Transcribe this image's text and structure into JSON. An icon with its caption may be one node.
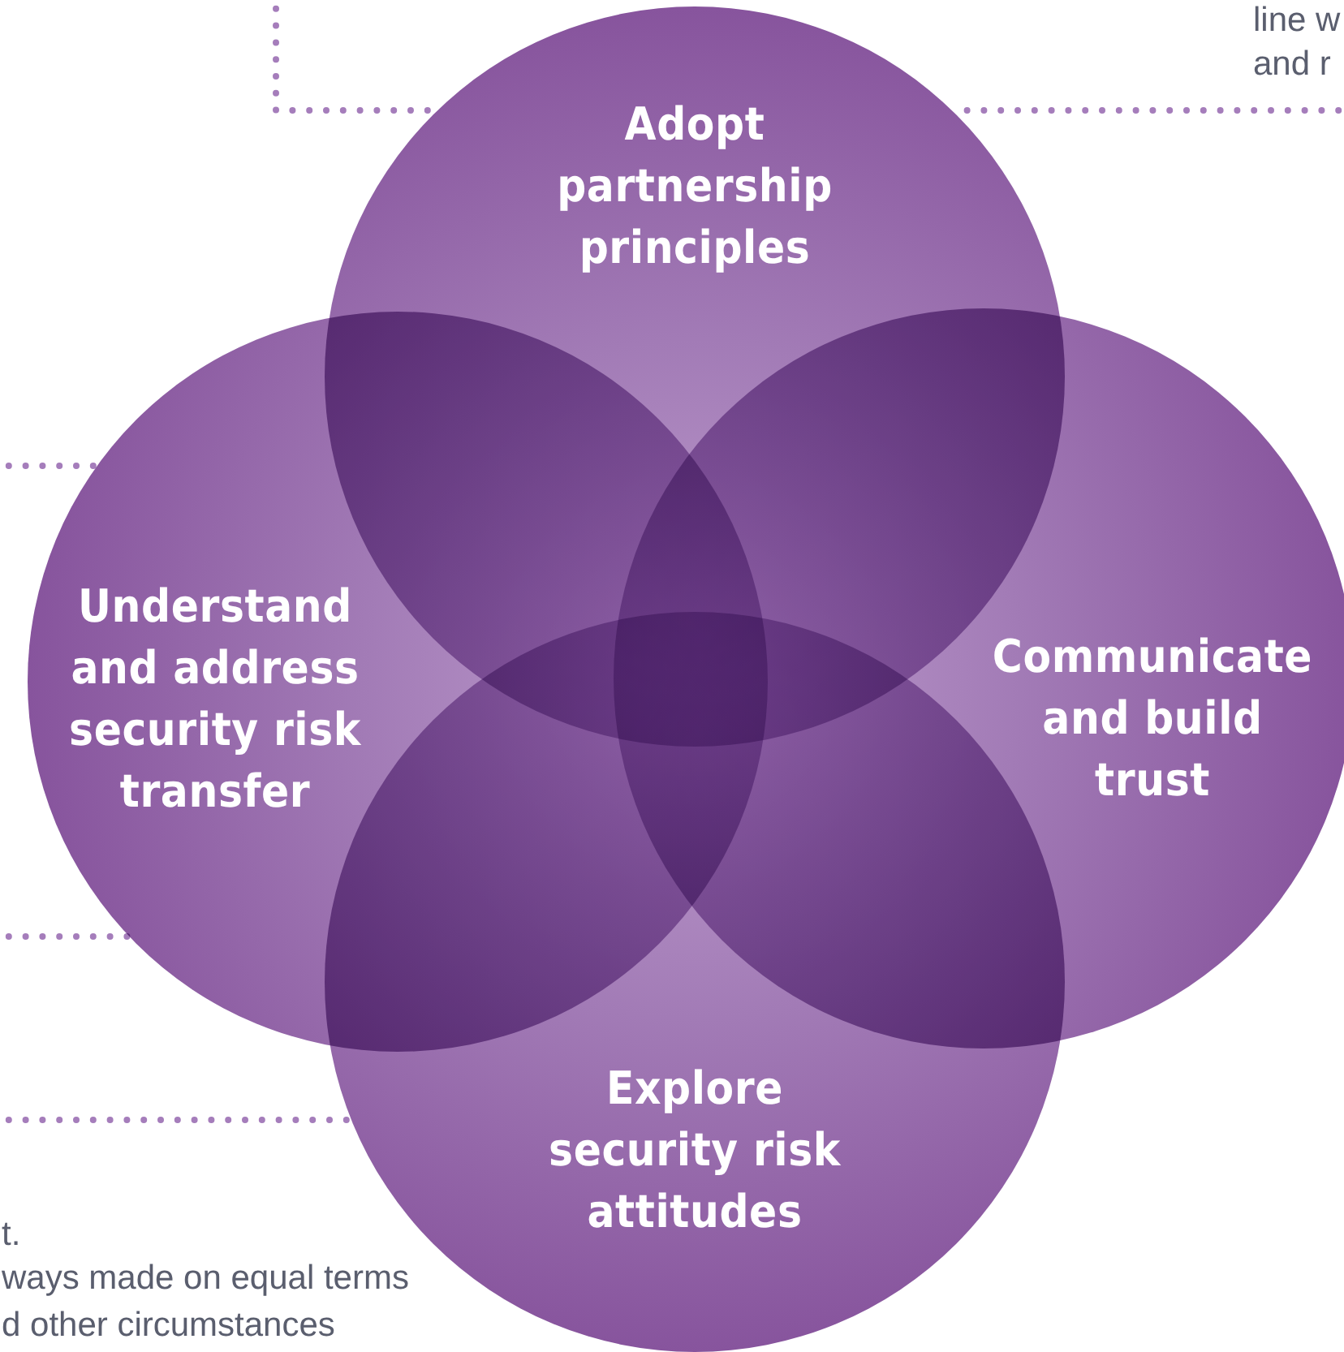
{
  "diagram": {
    "nodes": [
      {
        "text": [
          "Adopt partnership principles"
        ]
      },
      {
        "text": [
          "Understand and address security risk transfer"
        ]
      },
      {
        "text": [
          "Communicate and build trust"
        ]
      },
      {
        "text": [
          "Explore security risk attitudes"
        ]
      }
    ],
    "edges": [
      {
        "from": null,
        "to": 0,
        "arrow": "none"
      },
      {
        "from": null,
        "to": 0,
        "arrow": "none"
      },
      {
        "from": null,
        "to": 1,
        "arrow": "none"
      },
      {
        "from": null,
        "to": 1,
        "arrow": "none"
      },
      {
        "from": null,
        "to": 3,
        "arrow": "none"
      }
    ],
    "labels": [
      "line w",
      "and r",
      "t.",
      "ways made on equal terms",
      "d other circumstances"
    ]
  }
}
